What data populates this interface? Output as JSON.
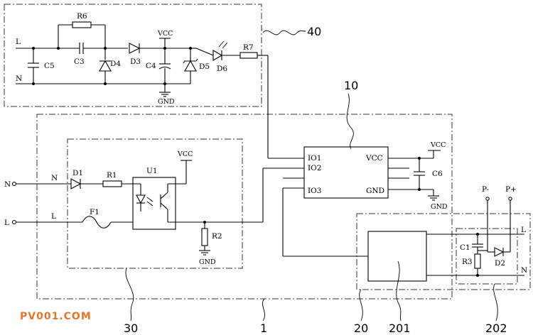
{
  "watermark": "PV001.COM",
  "colors": {
    "watermark": "#e8742a",
    "line": "#000000",
    "dash": "#333333"
  },
  "refs": {
    "r40": "40",
    "r10": "10",
    "r30": "30",
    "r1": "1",
    "r20": "20",
    "r201": "201",
    "r202": "202"
  },
  "block40": {
    "L": "L",
    "N": "N",
    "C5": "C5",
    "R6": "R6",
    "C3": "C3",
    "D4": "D4",
    "D3": "D3",
    "VCC": "VCC",
    "C4": "C4",
    "D5": "D5",
    "D6": "D6",
    "R7": "R7",
    "GND": "GND"
  },
  "block30": {
    "N": "N",
    "L": "L",
    "D1": "D1",
    "R1": "R1",
    "U1": "U1",
    "F1": "F1",
    "VCC": "VCC",
    "R2": "R2",
    "GND": "GND"
  },
  "mcu": {
    "IO1": "IO1",
    "IO2": "IO2",
    "IO3": "IO3",
    "VCC": "VCC",
    "GND": "GND"
  },
  "cap": {
    "VCC": "VCC",
    "C6": "C6",
    "GND": "GND"
  },
  "block202": {
    "Pminus": "P-",
    "Pplus": "P+",
    "C1": "C1",
    "R3": "R3",
    "D2": "D2",
    "L": "L",
    "N": "N"
  }
}
